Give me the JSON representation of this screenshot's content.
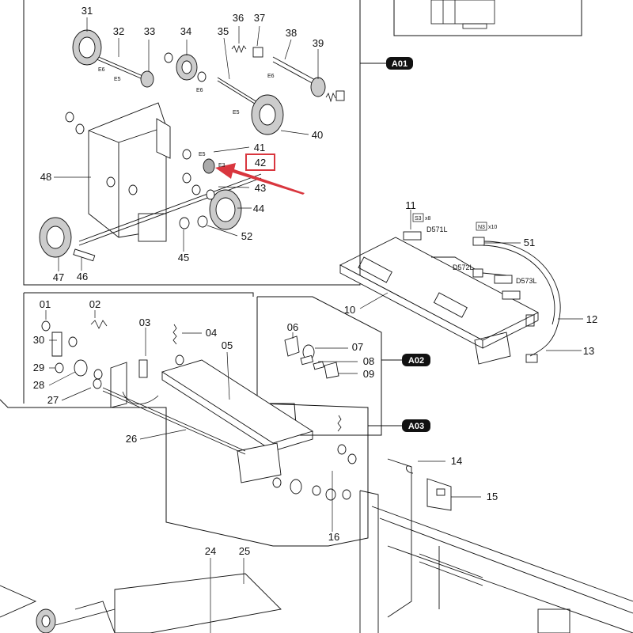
{
  "callouts": {
    "c01": "01",
    "c02": "02",
    "c03": "03",
    "c04": "04",
    "c05": "05",
    "c06": "06",
    "c07": "07",
    "c08": "08",
    "c09": "09",
    "c10": "10",
    "c11": "11",
    "c12": "12",
    "c13": "13",
    "c14": "14",
    "c15": "15",
    "c16": "16",
    "c24": "24",
    "c25": "25",
    "c26": "26",
    "c27": "27",
    "c28": "28",
    "c29": "29",
    "c30": "30",
    "c31": "31",
    "c32": "32",
    "c33": "33",
    "c34": "34",
    "c35": "35",
    "c36": "36",
    "c37": "37",
    "c38": "38",
    "c39": "39",
    "c40": "40",
    "c41": "41",
    "c42": "42",
    "c43": "43",
    "c44": "44",
    "c45": "45",
    "c46": "46",
    "c47": "47",
    "c48": "48",
    "c51": "51",
    "c52": "52"
  },
  "groups": {
    "a01": "A01",
    "a02": "A02",
    "a03": "A03"
  },
  "small_marks": {
    "e6_a": "E6",
    "e5_a": "E5",
    "e6_b": "E6",
    "e6_c": "E6",
    "e5_b": "E5",
    "e5_c": "E5",
    "e3": "E3"
  },
  "connectors": {
    "d571l": "D571L",
    "d572l": "D572L",
    "d573l": "D573L",
    "s3": "S3",
    "s3_qty": "x8",
    "n3": "N3",
    "n3_qty": "x10"
  },
  "highlight": {
    "part": "42",
    "box_color": "#d9363e",
    "arrow_color": "#d9363e"
  }
}
